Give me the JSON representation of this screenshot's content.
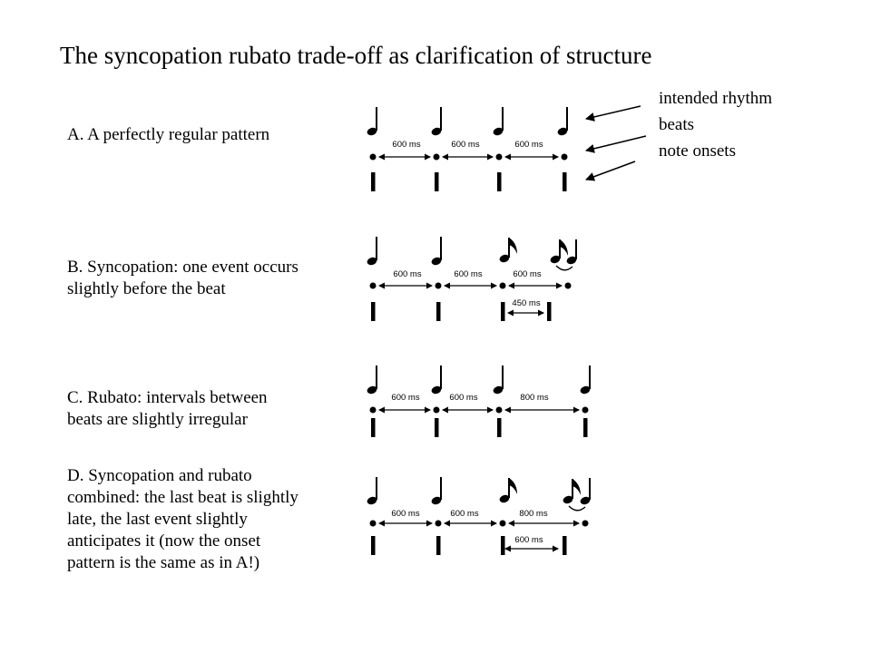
{
  "title": "The syncopation rubato trade-off as clarification of structure",
  "legend": {
    "intended_rhythm": "intended rhythm",
    "beats": "beats",
    "note_onsets": "note onsets"
  },
  "panels": [
    {
      "id": "A",
      "caption_lines": [
        "A. A perfectly regular pattern"
      ],
      "intervals": [
        "600 ms",
        "600 ms",
        "600 ms"
      ],
      "onset_interval": ""
    },
    {
      "id": "B",
      "caption_lines": [
        "B. Syncopation: one event occurs",
        "slightly before the beat"
      ],
      "intervals": [
        "600 ms",
        "600 ms",
        "600 ms"
      ],
      "onset_interval": "450 ms"
    },
    {
      "id": "C",
      "caption_lines": [
        "C. Rubato: intervals between",
        "beats are slightly irregular"
      ],
      "intervals": [
        "600 ms",
        "600 ms",
        "800 ms"
      ],
      "onset_interval": ""
    },
    {
      "id": "D",
      "caption_lines": [
        "D. Syncopation and rubato",
        "combined: the last beat is slightly",
        "late,  the last event slightly",
        "anticipates it (now the onset",
        "pattern is the same as in A!)"
      ],
      "intervals": [
        "600 ms",
        "600 ms",
        "800 ms"
      ],
      "onset_interval": "600 ms"
    }
  ]
}
